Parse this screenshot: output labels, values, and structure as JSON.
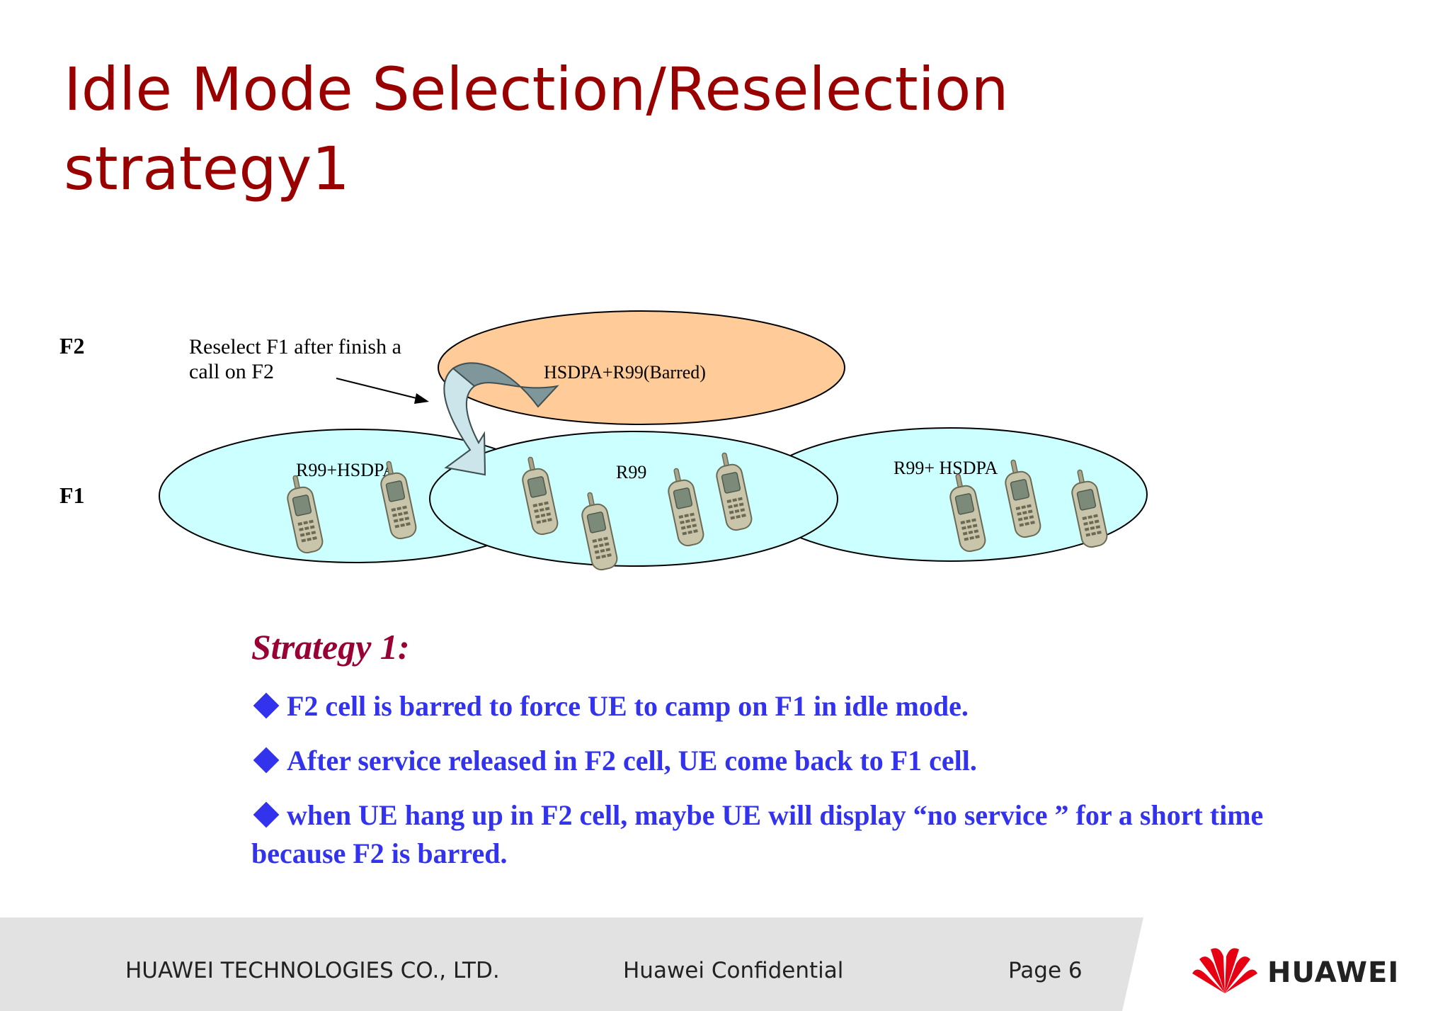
{
  "slide": {
    "title_line1": "Idle Mode Selection/Reselection",
    "title_line2": "strategy1"
  },
  "diagram": {
    "layer_labels": {
      "f2": "F2",
      "f1": "F1"
    },
    "annotation_line1": "Reselect F1 after finish a",
    "annotation_line2": "call on F2",
    "cells": {
      "f2_cell": "HSDPA+R99(Barred)",
      "f1_left": "R99+HSDPA",
      "f1_center": "R99",
      "f1_right": "R99+ HSDPA"
    },
    "colors": {
      "f2_fill": "#ffcc99",
      "f1_fill": "#ccffff",
      "arrow_fill": "#7f969a",
      "arrow_fill_light": "#cce5ea"
    },
    "icons": {
      "phone": "mobile-phone-icon"
    }
  },
  "strategy": {
    "heading": "Strategy 1:",
    "bullets": [
      "F2 cell is barred to force UE to camp on F1 in idle mode.",
      "After service released in F2 cell, UE come back to F1 cell.",
      "when UE hang up in F2 cell, maybe UE will display “no service ” for a short time because F2 is barred."
    ]
  },
  "footer": {
    "company": "HUAWEI TECHNOLOGIES CO., LTD.",
    "confidential": "Huawei Confidential",
    "page": "Page 6",
    "logo_text": "HUAWEI",
    "brand_color": "#e60012"
  }
}
